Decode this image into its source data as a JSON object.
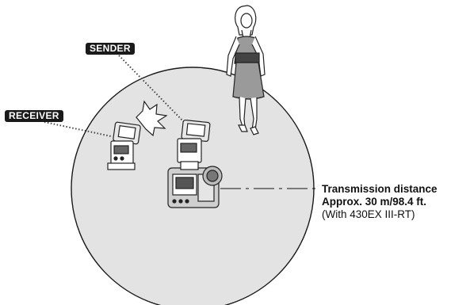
{
  "labels": {
    "sender": "SENDER",
    "receiver": "RECEIVER"
  },
  "caption": {
    "line1": "Transmission distance",
    "line2": "Approx. 30 m/98.4 ft.",
    "line3": "(With 430EX III-RT)"
  },
  "colors": {
    "range_circle_fill": "#e3e3e3",
    "tag_background": "#1a1a1a",
    "outline": "#222222",
    "dress": "#9a9a9a",
    "belt": "#444444"
  },
  "icons": [
    "woman-figure-icon",
    "receiver-flash-icon",
    "sender-flash-icon",
    "camera-icon",
    "flash-burst-icon"
  ]
}
